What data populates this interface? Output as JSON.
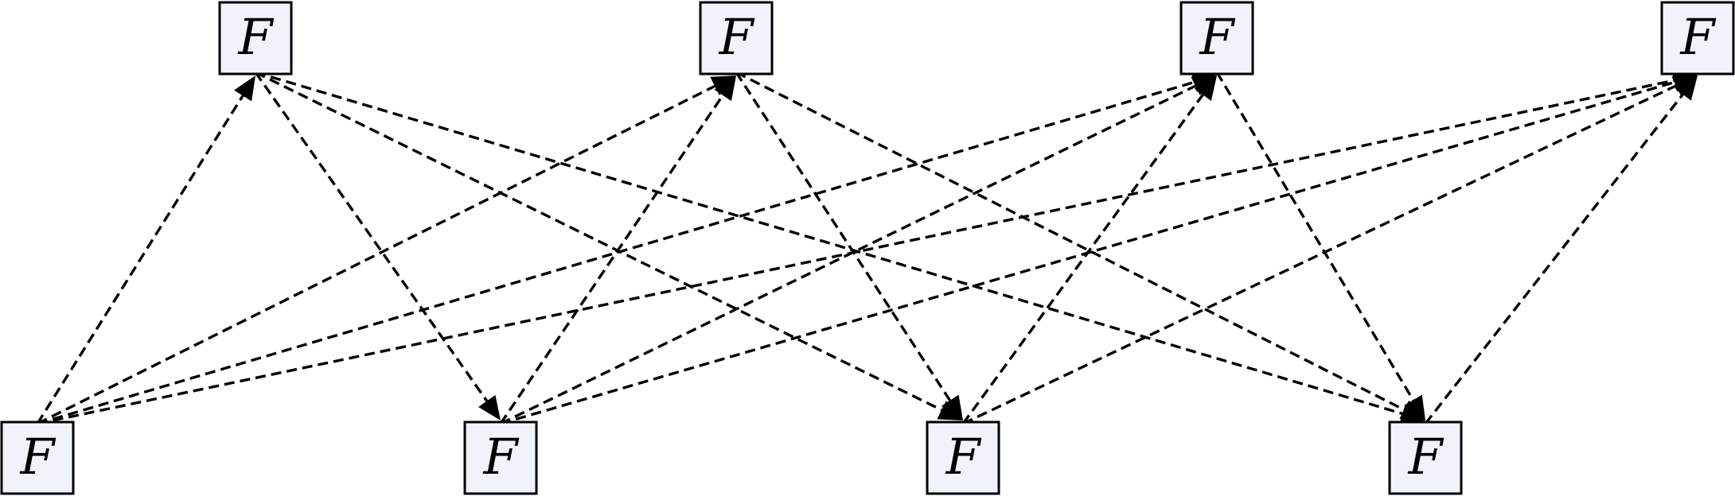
{
  "top_nodes": [
    {
      "id": "t1",
      "label": "F"
    },
    {
      "id": "t2",
      "label": "F"
    },
    {
      "id": "t3",
      "label": "F"
    },
    {
      "id": "t4",
      "label": "F"
    }
  ],
  "bottom_nodes": [
    {
      "id": "b1",
      "label": "F"
    },
    {
      "id": "b2",
      "label": "F"
    },
    {
      "id": "b3",
      "label": "F"
    },
    {
      "id": "b4",
      "label": "F"
    }
  ],
  "edges": [
    {
      "from": "b1",
      "to": "t1"
    },
    {
      "from": "b1",
      "to": "t2"
    },
    {
      "from": "b1",
      "to": "t3"
    },
    {
      "from": "b1",
      "to": "t4"
    },
    {
      "from": "b2",
      "to": "t2"
    },
    {
      "from": "b2",
      "to": "t3"
    },
    {
      "from": "b2",
      "to": "t4"
    },
    {
      "from": "b3",
      "to": "t3"
    },
    {
      "from": "b3",
      "to": "t4"
    },
    {
      "from": "b4",
      "to": "t4"
    },
    {
      "from": "t1",
      "to": "b2"
    },
    {
      "from": "t1",
      "to": "b3"
    },
    {
      "from": "t1",
      "to": "b4"
    },
    {
      "from": "t2",
      "to": "b3"
    },
    {
      "from": "t2",
      "to": "b4"
    },
    {
      "from": "t3",
      "to": "b4"
    }
  ],
  "style": {
    "node_fill": "#f0f3fa",
    "node_stroke": "#000000",
    "edge_color": "#000000",
    "edge_dash": "dashed"
  }
}
